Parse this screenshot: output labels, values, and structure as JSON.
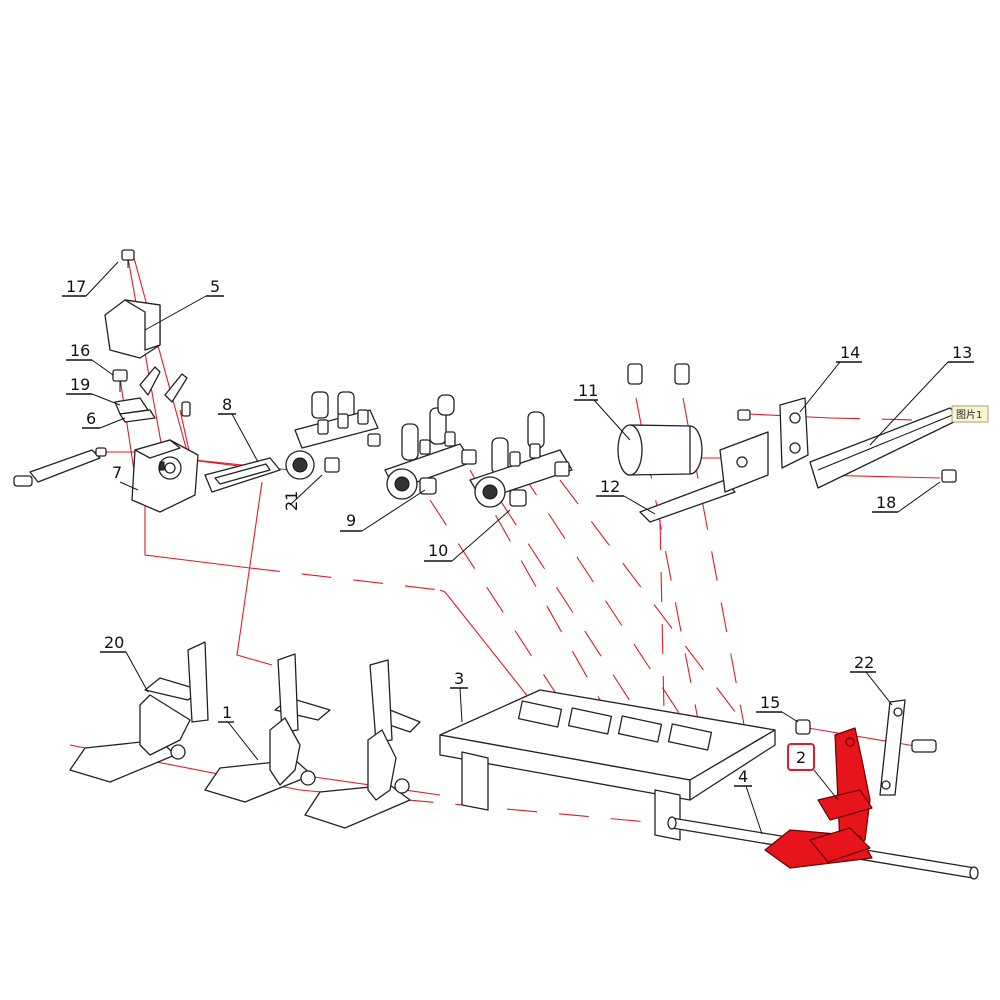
{
  "diagram": {
    "callouts": [
      {
        "id": "17",
        "text": "17"
      },
      {
        "id": "5",
        "text": "5"
      },
      {
        "id": "16",
        "text": "16"
      },
      {
        "id": "19",
        "text": "19"
      },
      {
        "id": "6",
        "text": "6"
      },
      {
        "id": "7",
        "text": "7"
      },
      {
        "id": "8",
        "text": "8"
      },
      {
        "id": "21",
        "text": "21"
      },
      {
        "id": "9",
        "text": "9"
      },
      {
        "id": "10",
        "text": "10"
      },
      {
        "id": "11",
        "text": "11"
      },
      {
        "id": "12",
        "text": "12"
      },
      {
        "id": "14",
        "text": "14"
      },
      {
        "id": "13",
        "text": "13"
      },
      {
        "id": "18",
        "text": "18"
      },
      {
        "id": "20",
        "text": "20"
      },
      {
        "id": "1",
        "text": "1"
      },
      {
        "id": "3",
        "text": "3"
      },
      {
        "id": "22",
        "text": "22"
      },
      {
        "id": "15",
        "text": "15"
      },
      {
        "id": "4",
        "text": "4"
      },
      {
        "id": "2",
        "text": "2"
      }
    ],
    "highlighted_part": "2",
    "highlight_color": "#e31b23",
    "picture_tag": "图片1"
  }
}
